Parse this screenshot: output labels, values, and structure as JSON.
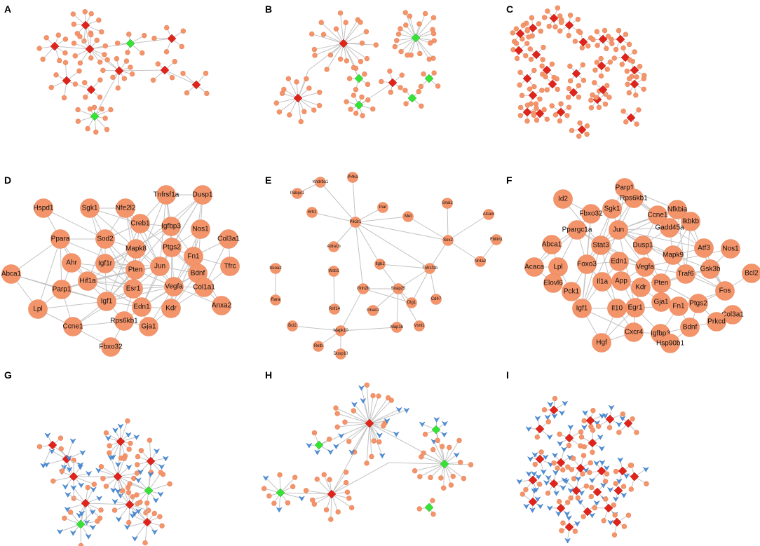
{
  "panels": [
    {
      "label": "A"
    },
    {
      "label": "B"
    },
    {
      "label": "C"
    },
    {
      "label": "D"
    },
    {
      "label": "E"
    },
    {
      "label": "F"
    },
    {
      "label": "G"
    },
    {
      "label": "H"
    },
    {
      "label": "I"
    }
  ],
  "colors": {
    "gene_node": "#f4946a",
    "mirna_up": "#e0231b",
    "mirna_down": "#35e335",
    "lncrna": "#4f8fd8",
    "edge": "#c3c3c3"
  },
  "panel_D": {
    "nodes": [
      "Tnfrsf1a",
      "Dusp1",
      "Hspd1",
      "Sgk1",
      "Nfe2l2",
      "Creb1",
      "Igfbp3",
      "Nos1",
      "Ppara",
      "Sod2",
      "Ptgs2",
      "Col3a1",
      "Mapk8",
      "Fn1",
      "Ahr",
      "Igf1r",
      "Jun",
      "Tfrc",
      "Abca1",
      "Pten",
      "Bdnf",
      "Hif1a",
      "Parp1",
      "Esr1",
      "Vegfa",
      "Col1a1",
      "Lpl",
      "Igf1",
      "Kdr",
      "Anxa2",
      "Edn1",
      "Rps6kb1",
      "Gja1",
      "Ccne1",
      "Fbxo32"
    ],
    "edges": [
      [
        "Tnfrsf1a",
        "Dusp1"
      ],
      [
        "Tnfrsf1a",
        "Igfbp3"
      ],
      [
        "Tnfrsf1a",
        "Jun"
      ],
      [
        "Tnfrsf1a",
        "Pten"
      ],
      [
        "Tnfrsf1a",
        "Creb1"
      ],
      [
        "Tnfrsf1a",
        "Ptgs2"
      ],
      [
        "Dusp1",
        "Igfbp3"
      ],
      [
        "Dusp1",
        "Jun"
      ],
      [
        "Dusp1",
        "Mapk8"
      ],
      [
        "Dusp1",
        "Fn1"
      ],
      [
        "Dusp1",
        "Ptgs2"
      ],
      [
        "Dusp1",
        "Nos1"
      ],
      [
        "Hspd1",
        "Sod2"
      ],
      [
        "Hspd1",
        "Ppara"
      ],
      [
        "Sgk1",
        "Creb1"
      ],
      [
        "Sgk1",
        "Mapk8"
      ],
      [
        "Sgk1",
        "Sod2"
      ],
      [
        "Sgk1",
        "Igf1r"
      ],
      [
        "Sgk1",
        "Nfe2l2"
      ],
      [
        "Nfe2l2",
        "Creb1"
      ],
      [
        "Nfe2l2",
        "Sod2"
      ],
      [
        "Nfe2l2",
        "Jun"
      ],
      [
        "Nfe2l2",
        "Mapk8"
      ],
      [
        "Nfe2l2",
        "Pten"
      ],
      [
        "Creb1",
        "Igfbp3"
      ],
      [
        "Creb1",
        "Mapk8"
      ],
      [
        "Creb1",
        "Jun"
      ],
      [
        "Creb1",
        "Bdnf"
      ],
      [
        "Creb1",
        "Igf1"
      ],
      [
        "Creb1",
        "Sod2"
      ],
      [
        "Igfbp3",
        "Ptgs2"
      ],
      [
        "Igfbp3",
        "Igf1r"
      ],
      [
        "Igfbp3",
        "Igf1"
      ],
      [
        "Igfbp3",
        "Fn1"
      ],
      [
        "Nos1",
        "Ptgs2"
      ],
      [
        "Nos1",
        "Fn1"
      ],
      [
        "Nos1",
        "Vegfa"
      ],
      [
        "Nos1",
        "Bdnf"
      ],
      [
        "Ppara",
        "Sod2"
      ],
      [
        "Ppara",
        "Ahr"
      ],
      [
        "Ppara",
        "Pten"
      ],
      [
        "Ppara",
        "Lpl"
      ],
      [
        "Ppara",
        "Abca1"
      ],
      [
        "Ppara",
        "Parp1"
      ],
      [
        "Ppara",
        "Hif1a"
      ],
      [
        "Sod2",
        "Mapk8"
      ],
      [
        "Sod2",
        "Igf1r"
      ],
      [
        "Sod2",
        "Hif1a"
      ],
      [
        "Sod2",
        "Pten"
      ],
      [
        "Sod2",
        "Esr1"
      ],
      [
        "Ptgs2",
        "Jun"
      ],
      [
        "Ptgs2",
        "Fn1"
      ],
      [
        "Ptgs2",
        "Vegfa"
      ],
      [
        "Ptgs2",
        "Bdnf"
      ],
      [
        "Ptgs2",
        "Edn1"
      ],
      [
        "Ptgs2",
        "Kdr"
      ],
      [
        "Col3a1",
        "Fn1"
      ],
      [
        "Col3a1",
        "Col1a1"
      ],
      [
        "Col3a1",
        "Tfrc"
      ],
      [
        "Mapk8",
        "Jun"
      ],
      [
        "Mapk8",
        "Pten"
      ],
      [
        "Mapk8",
        "Igf1r"
      ],
      [
        "Mapk8",
        "Esr1"
      ],
      [
        "Mapk8",
        "Hif1a"
      ],
      [
        "Mapk8",
        "Vegfa"
      ],
      [
        "Fn1",
        "Col1a1"
      ],
      [
        "Fn1",
        "Vegfa"
      ],
      [
        "Fn1",
        "Bdnf"
      ],
      [
        "Fn1",
        "Anxa2"
      ],
      [
        "Fn1",
        "Kdr"
      ],
      [
        "Fn1",
        "Tfrc"
      ],
      [
        "Ahr",
        "Hif1a"
      ],
      [
        "Ahr",
        "Esr1"
      ],
      [
        "Ahr",
        "Pten"
      ],
      [
        "Ahr",
        "Parp1"
      ],
      [
        "Igf1r",
        "Pten"
      ],
      [
        "Igf1r",
        "Igf1"
      ],
      [
        "Igf1r",
        "Esr1"
      ],
      [
        "Igf1r",
        "Jun"
      ],
      [
        "Jun",
        "Pten"
      ],
      [
        "Jun",
        "Vegfa"
      ],
      [
        "Jun",
        "Esr1"
      ],
      [
        "Jun",
        "Bdnf"
      ],
      [
        "Jun",
        "Edn1"
      ],
      [
        "Jun",
        "Hif1a"
      ],
      [
        "Tfrc",
        "Col1a1"
      ],
      [
        "Abca1",
        "Lpl"
      ],
      [
        "Abca1",
        "Parp1"
      ],
      [
        "Abca1",
        "Igf1"
      ],
      [
        "Pten",
        "Hif1a"
      ],
      [
        "Pten",
        "Esr1"
      ],
      [
        "Pten",
        "Vegfa"
      ],
      [
        "Pten",
        "Igf1"
      ],
      [
        "Pten",
        "Parp1"
      ],
      [
        "Bdnf",
        "Vegfa"
      ],
      [
        "Bdnf",
        "Col1a1"
      ],
      [
        "Bdnf",
        "Kdr"
      ],
      [
        "Bdnf",
        "Edn1"
      ],
      [
        "Hif1a",
        "Vegfa"
      ],
      [
        "Hif1a",
        "Igf1"
      ],
      [
        "Hif1a",
        "Parp1"
      ],
      [
        "Hif1a",
        "Edn1"
      ],
      [
        "Hif1a",
        "Esr1"
      ],
      [
        "Parp1",
        "Igf1"
      ],
      [
        "Parp1",
        "Lpl"
      ],
      [
        "Parp1",
        "Ccne1"
      ],
      [
        "Esr1",
        "Vegfa"
      ],
      [
        "Esr1",
        "Igf1"
      ],
      [
        "Esr1",
        "Edn1"
      ],
      [
        "Esr1",
        "Ccne1"
      ],
      [
        "Esr1",
        "Rps6kb1"
      ],
      [
        "Vegfa",
        "Kdr"
      ],
      [
        "Vegfa",
        "Edn1"
      ],
      [
        "Vegfa",
        "Col1a1"
      ],
      [
        "Vegfa",
        "Anxa2"
      ],
      [
        "Vegfa",
        "Gja1"
      ],
      [
        "Vegfa",
        "Igf1"
      ],
      [
        "Col1a1",
        "Anxa2"
      ],
      [
        "Col1a1",
        "Kdr"
      ],
      [
        "Lpl",
        "Igf1"
      ],
      [
        "Lpl",
        "Ccne1"
      ],
      [
        "Igf1",
        "Edn1"
      ],
      [
        "Igf1",
        "Rps6kb1"
      ],
      [
        "Igf1",
        "Ccne1"
      ],
      [
        "Kdr",
        "Edn1"
      ],
      [
        "Kdr",
        "Gja1"
      ],
      [
        "Edn1",
        "Gja1"
      ],
      [
        "Edn1",
        "Rps6kb1"
      ],
      [
        "Rps6kb1",
        "Ccne1"
      ],
      [
        "Rps6kb1",
        "Gja1"
      ],
      [
        "Rps6kb1",
        "Fbxo32"
      ],
      [
        "Ccne1",
        "Fbxo32"
      ]
    ]
  },
  "panel_E": {
    "nodes": [
      "Khdrbs1",
      "Pi4ka",
      "Pabpc1",
      "Inar",
      "Snai2",
      "Hrh1",
      "Pik3r1",
      "Met",
      "Alcam",
      "Adra1b",
      "Sox2",
      "Fblim1",
      "Itgb2",
      "Nr4a2",
      "Tnfrsf1b",
      "Ncoa2",
      "Wsb1",
      "Grin2b",
      "Rara",
      "Snap25",
      "Dlg1",
      "Cd47",
      "Rnf14",
      "Gnao1",
      "Vsnl1",
      "Map1b",
      "Bcl2",
      "Mapk10",
      "Relb",
      "Dusp10"
    ],
    "edges": [
      [
        "Khdrbs1",
        "Pik3r1"
      ],
      [
        "Pabpc1",
        "Khdrbs1"
      ],
      [
        "Pi4ka",
        "Pik3r1"
      ],
      [
        "Inar",
        "Pik3r1"
      ],
      [
        "Hrh1",
        "Pik3r1"
      ],
      [
        "Adra1b",
        "Pik3r1"
      ],
      [
        "Pik3r1",
        "Met"
      ],
      [
        "Pik3r1",
        "Sox2"
      ],
      [
        "Pik3r1",
        "Itgb2"
      ],
      [
        "Pik3r1",
        "Grin2b"
      ],
      [
        "Pik3r1",
        "Tnfrsf1b"
      ],
      [
        "Met",
        "Sox2"
      ],
      [
        "Snai2",
        "Sox2"
      ],
      [
        "Alcam",
        "Sox2"
      ],
      [
        "Sox2",
        "Nr4a2"
      ],
      [
        "Sox2",
        "Tnfrsf1b"
      ],
      [
        "Fblim1",
        "Nr4a2"
      ],
      [
        "Itgb2",
        "Snap25"
      ],
      [
        "Itgb2",
        "Tnfrsf1b"
      ],
      [
        "Tnfrsf1b",
        "Dlg1"
      ],
      [
        "Tnfrsf1b",
        "Cd47"
      ],
      [
        "Tnfrsf1b",
        "Snap25"
      ],
      [
        "Grin2b",
        "Snap25"
      ],
      [
        "Grin2b",
        "Mapk10"
      ],
      [
        "Grin2b",
        "Dlg1"
      ],
      [
        "Snap25",
        "Dlg1"
      ],
      [
        "Snap25",
        "Gnao1"
      ],
      [
        "Snap25",
        "Map1b"
      ],
      [
        "Snap25",
        "Vsnl1"
      ],
      [
        "Ncoa2",
        "Rara"
      ],
      [
        "Wsb1",
        "Rnf14"
      ],
      [
        "Mapk10",
        "Map1b"
      ],
      [
        "Mapk10",
        "Bcl2"
      ],
      [
        "Mapk10",
        "Relb"
      ],
      [
        "Mapk10",
        "Dusp10"
      ]
    ]
  },
  "panel_F": {
    "nodes": [
      "Parp1",
      "Id2",
      "Rps6kb1",
      "Sgk1",
      "Fbxo32",
      "Nfkbia",
      "Ccne1",
      "Ikbkb",
      "Ppargc1a",
      "Gadd45a",
      "Jun",
      "Abca1",
      "Stat3",
      "Atf3",
      "Nos1",
      "Dusp1",
      "Mapk9",
      "Acaca",
      "Lpl",
      "Foxo3",
      "Edn1",
      "Gsk3b",
      "Bcl2",
      "Vegfa",
      "Traf6",
      "Elovl6",
      "Il1a",
      "App",
      "Pten",
      "Fos",
      "Pck1",
      "Kdr",
      "Gja1",
      "Ptgs2",
      "Igf1",
      "Il10",
      "Egr1",
      "Fn1",
      "Col3a1",
      "Bdnf",
      "Prkcd",
      "Cxcr4",
      "Hgf",
      "Igfbp3",
      "Hsp90b1"
    ],
    "edges": [
      [
        "Parp1",
        "Rps6kb1"
      ],
      [
        "Parp1",
        "Ccne1"
      ],
      [
        "Parp1",
        "Sgk1"
      ],
      [
        "Parp1",
        "Jun"
      ],
      [
        "Parp1",
        "Nfkbia"
      ],
      [
        "Id2",
        "Fbxo32"
      ],
      [
        "Id2",
        "Stat3"
      ],
      [
        "Rps6kb1",
        "Sgk1"
      ],
      [
        "Rps6kb1",
        "Ccne1"
      ],
      [
        "Rps6kb1",
        "Stat3"
      ],
      [
        "Rps6kb1",
        "Gadd45a"
      ],
      [
        "Rps6kb1",
        "Igf1"
      ],
      [
        "Sgk1",
        "Stat3"
      ],
      [
        "Sgk1",
        "Foxo3"
      ],
      [
        "Sgk1",
        "Jun"
      ],
      [
        "Fbxo32",
        "Foxo3"
      ],
      [
        "Fbxo32",
        "Igf1"
      ],
      [
        "Fbxo32",
        "Ppargc1a"
      ],
      [
        "Nfkbia",
        "Ikbkb"
      ],
      [
        "Nfkbia",
        "Gadd45a"
      ],
      [
        "Nfkbia",
        "Jun"
      ],
      [
        "Nfkbia",
        "Traf6"
      ],
      [
        "Nfkbia",
        "Stat3"
      ],
      [
        "Nfkbia",
        "Fos"
      ],
      [
        "Ccne1",
        "Gadd45a"
      ],
      [
        "Ccne1",
        "Dusp1"
      ],
      [
        "Ccne1",
        "Jun"
      ],
      [
        "Ikbkb",
        "Traf6"
      ],
      [
        "Ikbkb",
        "Gsk3b"
      ],
      [
        "Ikbkb",
        "Mapk9"
      ],
      [
        "Ppargc1a",
        "Stat3"
      ],
      [
        "Ppargc1a",
        "Foxo3"
      ],
      [
        "Ppargc1a",
        "Lpl"
      ],
      [
        "Ppargc1a",
        "Abca1"
      ],
      [
        "Ppargc1a",
        "Acaca"
      ],
      [
        "Ppargc1a",
        "Vegfa"
      ],
      [
        "Gadd45a",
        "Dusp1"
      ],
      [
        "Gadd45a",
        "Atf3"
      ],
      [
        "Gadd45a",
        "Mapk9"
      ],
      [
        "Gadd45a",
        "Jun"
      ],
      [
        "Jun",
        "Dusp1"
      ],
      [
        "Jun",
        "Stat3"
      ],
      [
        "Jun",
        "Mapk9"
      ],
      [
        "Jun",
        "Atf3"
      ],
      [
        "Jun",
        "Fos"
      ],
      [
        "Jun",
        "Egr1"
      ],
      [
        "Jun",
        "Vegfa"
      ],
      [
        "Abca1",
        "Lpl"
      ],
      [
        "Abca1",
        "Acaca"
      ],
      [
        "Stat3",
        "Foxo3"
      ],
      [
        "Stat3",
        "Edn1"
      ],
      [
        "Stat3",
        "Vegfa"
      ],
      [
        "Stat3",
        "Il10"
      ],
      [
        "Stat3",
        "Igf1"
      ],
      [
        "Atf3",
        "Mapk9"
      ],
      [
        "Atf3",
        "Fos"
      ],
      [
        "Nos1",
        "Vegfa"
      ],
      [
        "Nos1",
        "Gsk3b"
      ],
      [
        "Dusp1",
        "Mapk9"
      ],
      [
        "Dusp1",
        "Vegfa"
      ],
      [
        "Dusp1",
        "Pten"
      ],
      [
        "Mapk9",
        "Traf6"
      ],
      [
        "Mapk9",
        "Gsk3b"
      ],
      [
        "Mapk9",
        "Pten"
      ],
      [
        "Acaca",
        "Lpl"
      ],
      [
        "Acaca",
        "Elovl6"
      ],
      [
        "Lpl",
        "Elovl6"
      ],
      [
        "Lpl",
        "Pck1"
      ],
      [
        "Foxo3",
        "Edn1"
      ],
      [
        "Foxo3",
        "Il1a"
      ],
      [
        "Foxo3",
        "Igf1"
      ],
      [
        "Foxo3",
        "Pck1"
      ],
      [
        "Edn1",
        "Vegfa"
      ],
      [
        "Edn1",
        "App"
      ],
      [
        "Edn1",
        "Il1a"
      ],
      [
        "Gsk3b",
        "Traf6"
      ],
      [
        "Gsk3b",
        "Pten"
      ],
      [
        "Gsk3b",
        "Fos"
      ],
      [
        "Bcl2",
        "Fos"
      ],
      [
        "Vegfa",
        "App"
      ],
      [
        "Vegfa",
        "Kdr"
      ],
      [
        "Vegfa",
        "Pten"
      ],
      [
        "Vegfa",
        "Traf6"
      ],
      [
        "Vegfa",
        "Egr1"
      ],
      [
        "Traf6",
        "Pten"
      ],
      [
        "Traf6",
        "Fos"
      ],
      [
        "Il1a",
        "Igf1"
      ],
      [
        "Il1a",
        "App"
      ],
      [
        "Il1a",
        "Il10"
      ],
      [
        "App",
        "Kdr"
      ],
      [
        "App",
        "Pten"
      ],
      [
        "App",
        "Egr1"
      ],
      [
        "Pten",
        "Gja1"
      ],
      [
        "Pten",
        "Ptgs2"
      ],
      [
        "Fos",
        "Ptgs2"
      ],
      [
        "Fos",
        "Fn1"
      ],
      [
        "Pck1",
        "Igf1"
      ],
      [
        "Kdr",
        "Egr1"
      ],
      [
        "Kdr",
        "Gja1"
      ],
      [
        "Gja1",
        "Fn1"
      ],
      [
        "Gja1",
        "Ptgs2"
      ],
      [
        "Ptgs2",
        "Fn1"
      ],
      [
        "Ptgs2",
        "Bdnf"
      ],
      [
        "Ptgs2",
        "Prkcd"
      ],
      [
        "Igf1",
        "Il10"
      ],
      [
        "Igf1",
        "Hgf"
      ],
      [
        "Igf1",
        "Cxcr4"
      ],
      [
        "Il10",
        "Egr1"
      ],
      [
        "Il10",
        "Cxcr4"
      ],
      [
        "Il10",
        "Hgf"
      ],
      [
        "Egr1",
        "Fn1"
      ],
      [
        "Egr1",
        "Cxcr4"
      ],
      [
        "Egr1",
        "Igfbp3"
      ],
      [
        "Fn1",
        "Bdnf"
      ],
      [
        "Fn1",
        "Igfbp3"
      ],
      [
        "Bdnf",
        "Igfbp3"
      ],
      [
        "Bdnf",
        "Prkcd"
      ],
      [
        "Bdnf",
        "Hsp90b1"
      ],
      [
        "Cxcr4",
        "Hgf"
      ],
      [
        "Cxcr4",
        "Igfbp3"
      ],
      [
        "Hgf",
        "Egr1"
      ],
      [
        "Igfbp3",
        "Hsp90b1"
      ]
    ]
  }
}
